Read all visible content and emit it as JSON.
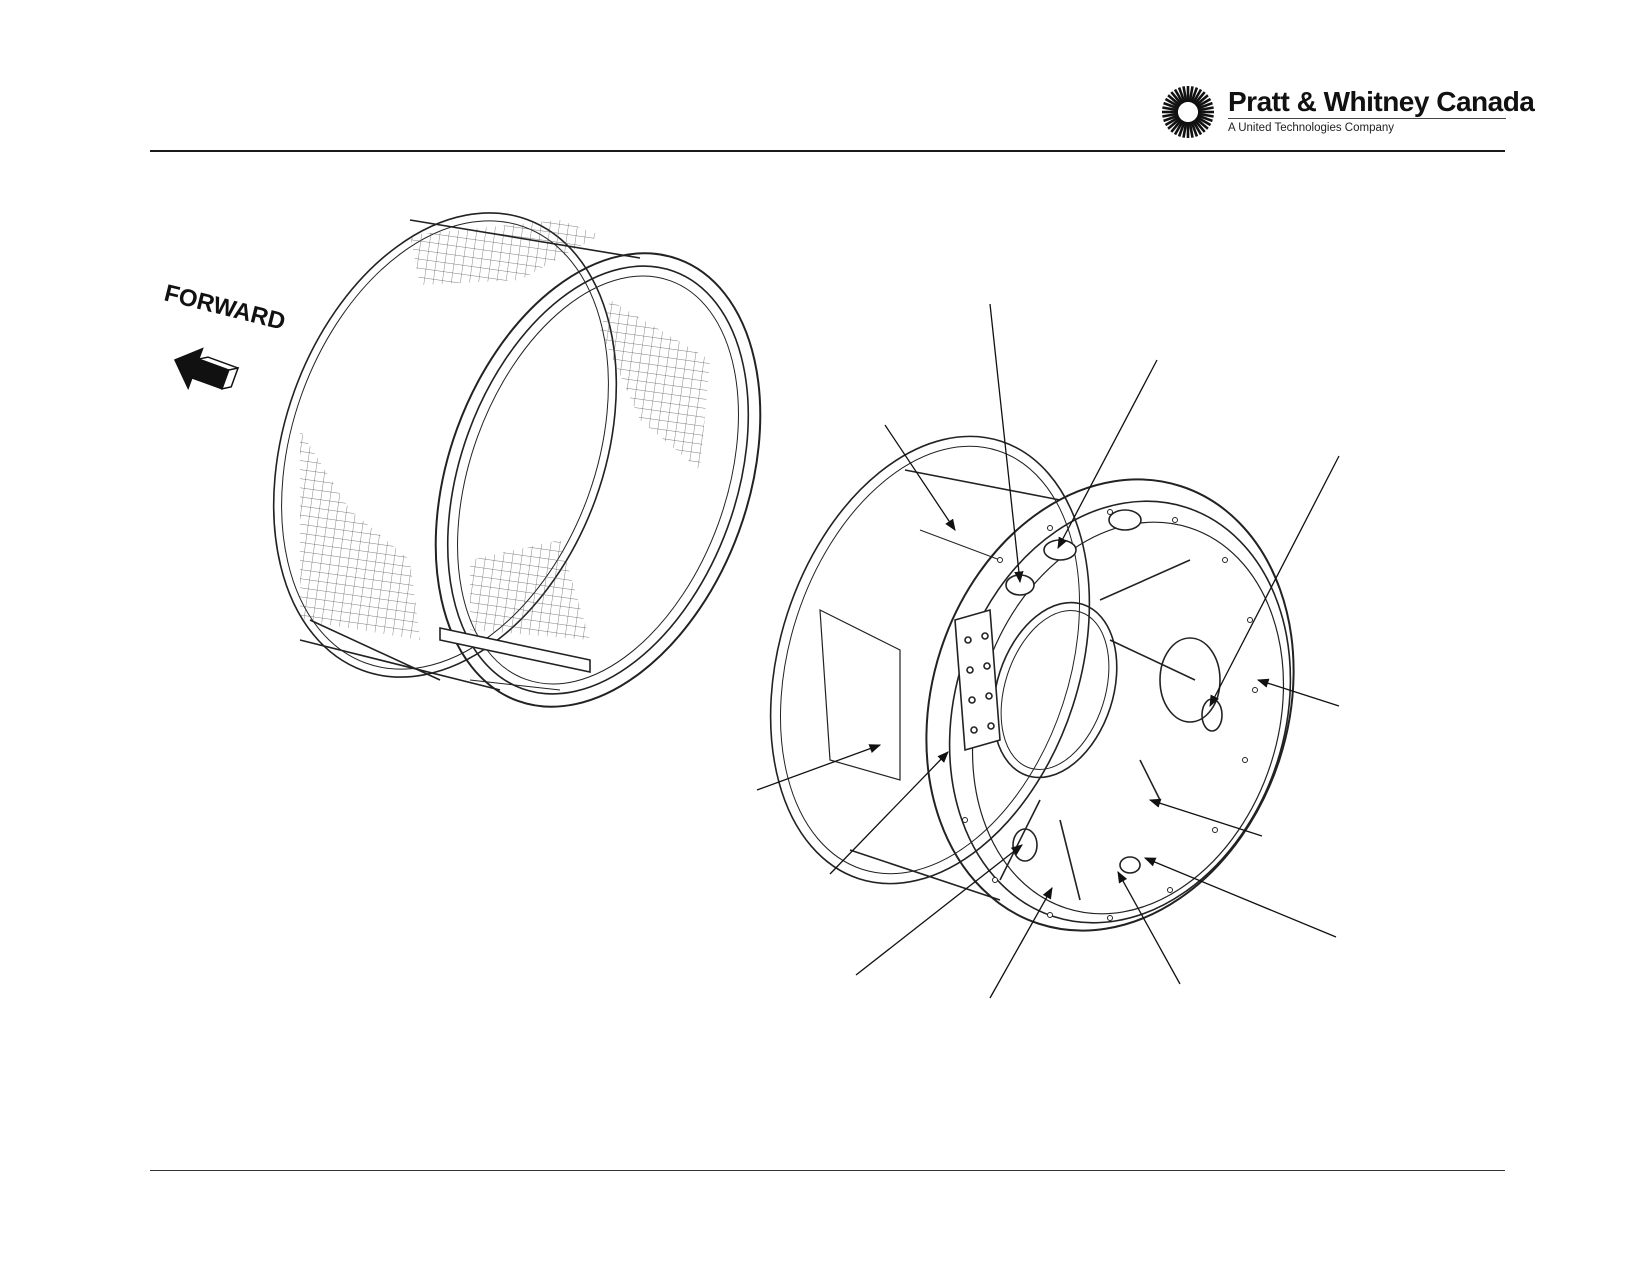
{
  "header": {
    "brand_name": "Pratt & Whitney Canada",
    "brand_tagline": "A United Technologies Company"
  },
  "diagram": {
    "direction_label": "FORWARD",
    "icons": [
      "pwc-logo-icon",
      "forward-arrow-icon"
    ],
    "colors": {
      "ink": "#1a1a1a",
      "paper": "#ffffff"
    }
  }
}
